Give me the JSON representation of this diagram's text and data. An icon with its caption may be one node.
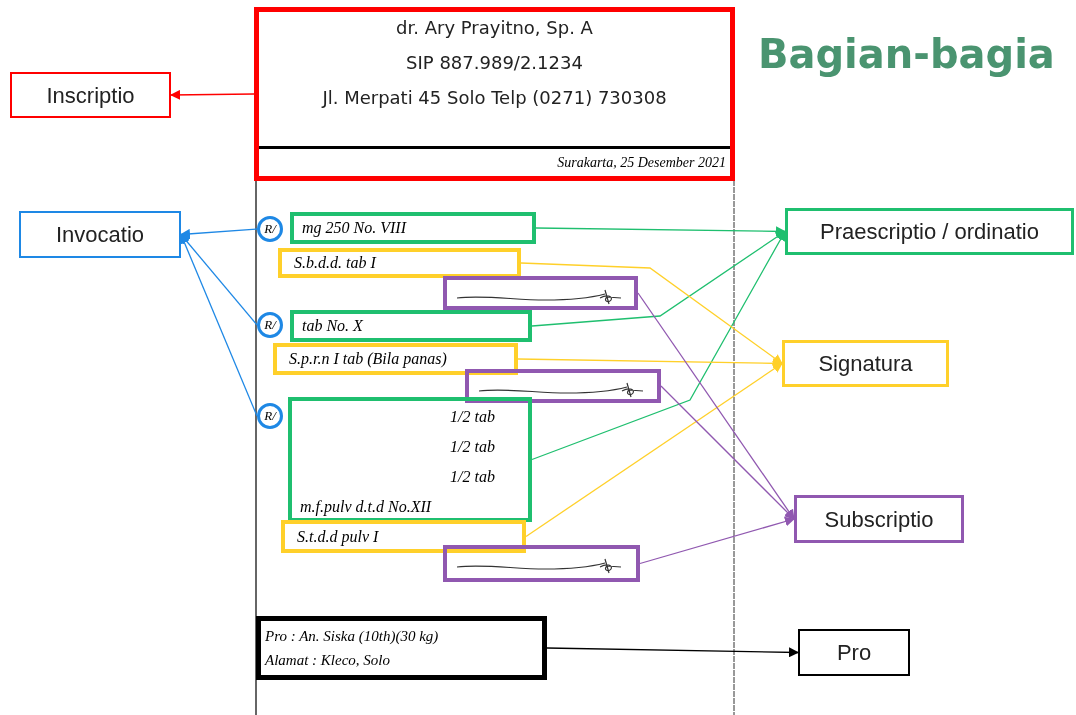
{
  "diagram": {
    "title": "Bagian-bagia",
    "nodes": [
      {
        "text": [
          "dr. Ary Prayitno, Sp. A",
          "SIP 887.989/2.1234",
          "Jl. Merpati 45 Solo Telp (0271) 730308",
          "Surakarta, 25 Desember 2021"
        ]
      },
      {
        "text": [
          "Inscriptio"
        ]
      },
      {
        "text": [
          "Invocatio"
        ]
      },
      {
        "text": [
          "Praescriptio / ordinatio"
        ]
      },
      {
        "text": [
          "Signatura"
        ]
      },
      {
        "text": [
          "Subscriptio"
        ]
      },
      {
        "text": [
          "Pro"
        ]
      },
      {
        "text": [
          "R/"
        ]
      },
      {
        "text": [
          "mg 250 No. VIII"
        ]
      },
      {
        "text": [
          "S.b.d.d. tab I"
        ]
      },
      {
        "text": [],
        "shape": "box"
      },
      {
        "text": [
          "R/"
        ]
      },
      {
        "text": [
          "tab No. X"
        ]
      },
      {
        "text": [
          "S.p.r.n I tab (Bila panas)"
        ]
      },
      {
        "text": [],
        "shape": "box"
      },
      {
        "text": [
          "R/"
        ]
      },
      {
        "text": [
          "1/2 tab",
          "1/2 tab",
          "1/2 tab",
          "m.f.pulv d.t.d No.XII"
        ]
      },
      {
        "text": [
          "S.t.d.d pulv I"
        ]
      },
      {
        "text": [],
        "shape": "box"
      },
      {
        "text": [
          "Pro : An. Siska (10th)(30 kg)",
          "Alamat : Kleco, Solo"
        ]
      }
    ],
    "edges": [
      {
        "from": 0,
        "to": 1,
        "arrow": "to",
        "color": "#ff0000"
      },
      {
        "from": 7,
        "to": 2,
        "arrow": "to",
        "color": "#1e88e5"
      },
      {
        "from": 11,
        "to": 2,
        "arrow": "to",
        "color": "#1e88e5"
      },
      {
        "from": 15,
        "to": 2,
        "arrow": "to",
        "color": "#1e88e5"
      },
      {
        "from": 8,
        "to": 3,
        "arrow": "to",
        "color": "#1fbf6f"
      },
      {
        "from": 12,
        "to": 3,
        "arrow": "to",
        "color": "#1fbf6f"
      },
      {
        "from": 16,
        "to": 3,
        "arrow": "to",
        "color": "#1fbf6f"
      },
      {
        "from": 9,
        "to": 4,
        "arrow": "to",
        "color": "#ffd02a"
      },
      {
        "from": 13,
        "to": 4,
        "arrow": "to",
        "color": "#ffd02a"
      },
      {
        "from": 17,
        "to": 4,
        "arrow": "to",
        "color": "#ffd02a"
      },
      {
        "from": 10,
        "to": 5,
        "arrow": "to",
        "color": "#9058b0"
      },
      {
        "from": 14,
        "to": 5,
        "arrow": "to",
        "color": "#9058b0"
      },
      {
        "from": 18,
        "to": 5,
        "arrow": "to",
        "color": "#9058b0"
      },
      {
        "from": 19,
        "to": 6,
        "arrow": "to",
        "color": "#000000"
      }
    ]
  }
}
